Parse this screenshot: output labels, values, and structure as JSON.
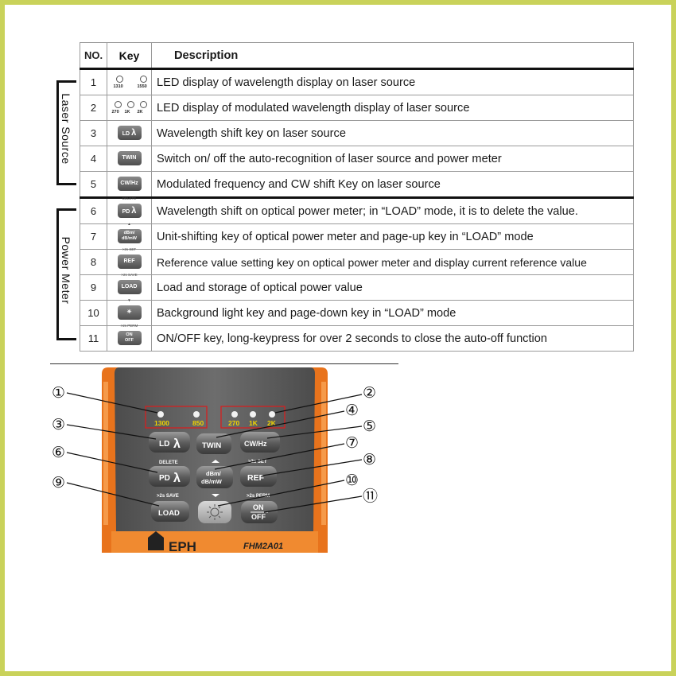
{
  "table": {
    "headers": {
      "no": "NO.",
      "key": "Key",
      "description": "Description"
    },
    "rows": [
      {
        "no": "1",
        "description": "LED display of  wavelength display on laser source",
        "key_type": "led",
        "leds": [
          "1310",
          "1550"
        ]
      },
      {
        "no": "2",
        "description": "LED display of modulated wavelength display of laser source",
        "key_type": "led",
        "leds": [
          "270",
          "1K",
          "2K"
        ]
      },
      {
        "no": "3",
        "description": "Wavelength shift key on laser source",
        "key_type": "button",
        "key_label": "LD",
        "key_super": "",
        "lambda": true
      },
      {
        "no": "4",
        "description": "Switch on/ off the auto-recognition of laser source and power meter",
        "key_type": "button",
        "key_label": "TWIN",
        "key_super": ""
      },
      {
        "no": "5",
        "description": "Modulated frequency and CW shift Key on laser source",
        "key_type": "button",
        "key_label": "CW/Hz",
        "key_super": ""
      },
      {
        "no": "6",
        "description": "Wavelength shift on optical power meter; in “LOAD” mode, it is to delete the value.",
        "key_type": "button",
        "key_label": "PD",
        "key_super": "DELETE",
        "lambda": true
      },
      {
        "no": "7",
        "description": "Unit-shifting key of optical power meter and page-up key in “LOAD” mode",
        "key_type": "button",
        "key_label": "dBm/\ndB/mW",
        "key_super": "▲"
      },
      {
        "no": "8",
        "description": "Reference value setting key on optical power meter and display current reference value",
        "key_type": "button",
        "key_label": "REF",
        "key_super": ">2s SET"
      },
      {
        "no": "9",
        "description": "Load and storage of optical power value",
        "key_type": "button",
        "key_label": "LOAD",
        "key_super": ">2s SAVE"
      },
      {
        "no": "10",
        "description": "Background light key and page-down key in “LOAD” mode",
        "key_type": "button",
        "key_label": "☀",
        "key_super": "▼"
      },
      {
        "no": "11",
        "description": "ON/OFF key, long-keypress for over 2 seconds to close the auto-off function",
        "key_type": "button",
        "key_label": "ON\nOFF",
        "key_super": ">2s PERM"
      }
    ]
  },
  "groups": {
    "laser_source": "Laser Source",
    "power_meter": "Power Meter"
  },
  "device": {
    "brand": "EPH",
    "model": "FHM2A01",
    "leds_left": [
      "1300",
      "850"
    ],
    "leds_right": [
      "270",
      "1K",
      "2K"
    ],
    "buttons": {
      "ld": "LD",
      "twin": "TWIN",
      "cwhz": "CW/Hz",
      "pd": "PD",
      "pd_super": "DELETE",
      "dbm_line1": "dBm/",
      "dbm_line2": "dB/mW",
      "ref": "REF",
      "ref_super": ">2s SET",
      "load": "LOAD",
      "load_super": ">2s SAVE",
      "on": "ON",
      "off": "OFF",
      "onoff_super": ">2s PERM",
      "lambda": "λ"
    },
    "callouts": [
      "①",
      "②",
      "③",
      "④",
      "⑤",
      "⑥",
      "⑦",
      "⑧",
      "⑨",
      "⑩",
      "⑪"
    ]
  },
  "colors": {
    "frame": "#c9d25a",
    "device_orange": "#e8731c",
    "device_grey": "#5f5f5f",
    "led_label": "#f0d400",
    "led_box": "#d42020"
  }
}
